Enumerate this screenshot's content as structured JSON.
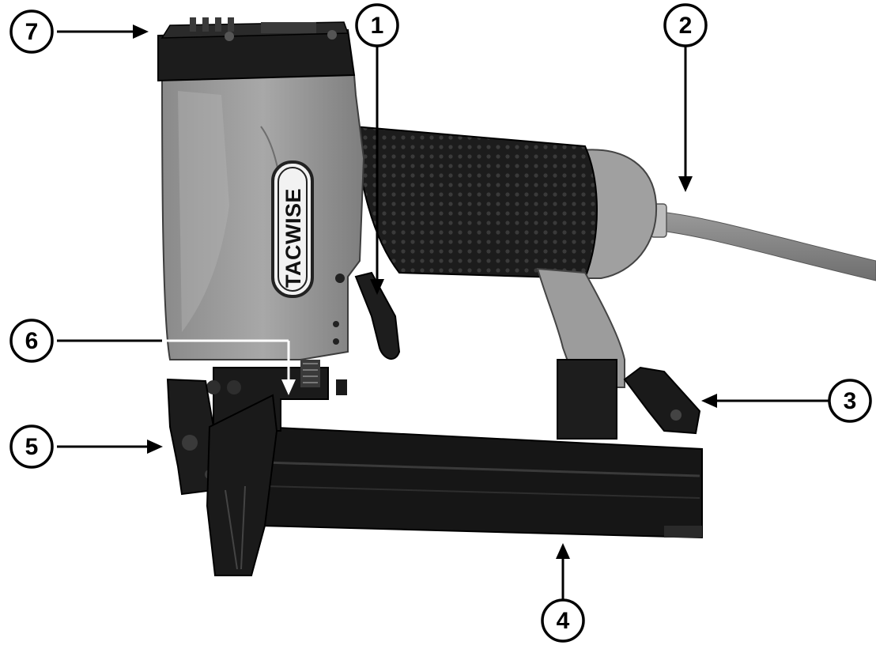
{
  "diagram": {
    "brand_logo_text": "TACWISE",
    "callouts": [
      {
        "id": "c1",
        "label": "1"
      },
      {
        "id": "c2",
        "label": "2"
      },
      {
        "id": "c3",
        "label": "3"
      },
      {
        "id": "c4",
        "label": "4"
      },
      {
        "id": "c5",
        "label": "5"
      },
      {
        "id": "c6",
        "label": "6"
      },
      {
        "id": "c7",
        "label": "7"
      }
    ],
    "colors": {
      "body_gray": "#9e9e9e",
      "body_gray_dark": "#7a7a7a",
      "grip_black": "#1c1c1c",
      "magazine_black": "#161616",
      "outline": "#000000",
      "background": "#ffffff"
    }
  }
}
